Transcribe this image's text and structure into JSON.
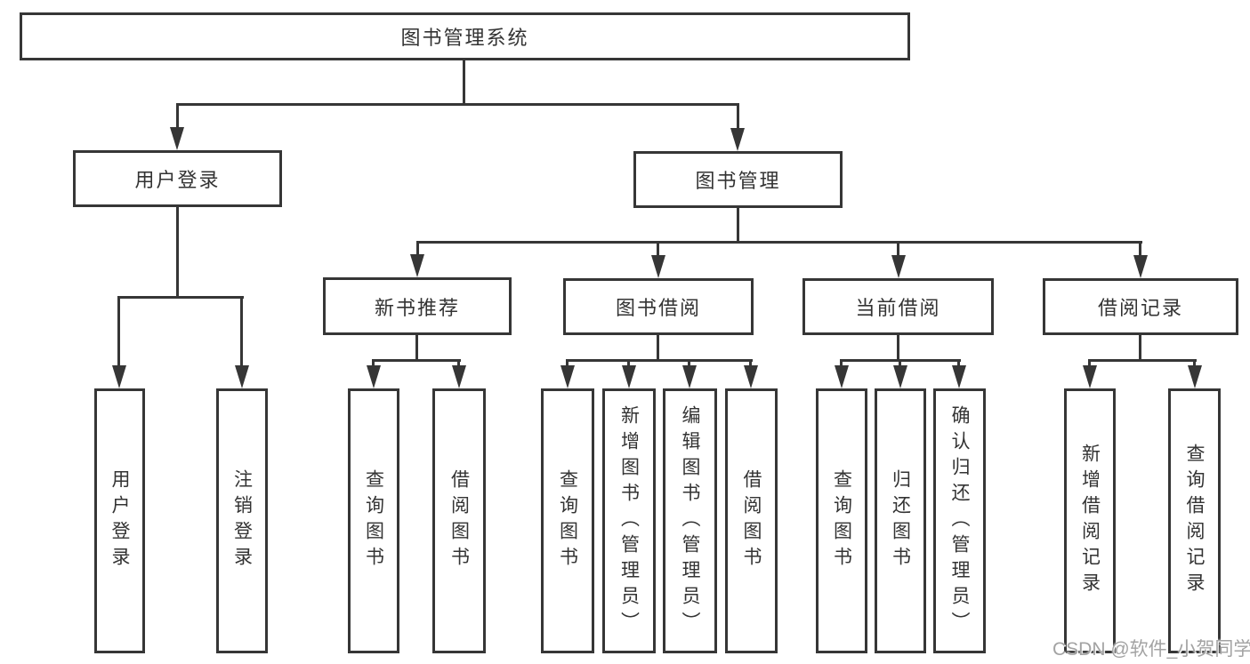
{
  "tree": {
    "label": "图书管理系统",
    "children": [
      {
        "label": "用户登录",
        "children": [
          {
            "label": "用户登录"
          },
          {
            "label": "注销登录"
          }
        ]
      },
      {
        "label": "图书管理",
        "children": [
          {
            "label": "新书推荐",
            "children": [
              {
                "label": "查询图书"
              },
              {
                "label": "借阅图书"
              }
            ]
          },
          {
            "label": "图书借阅",
            "children": [
              {
                "label": "查询图书"
              },
              {
                "label": "新增图书（管理员）"
              },
              {
                "label": "编辑图书（管理员）"
              },
              {
                "label": "借阅图书"
              }
            ]
          },
          {
            "label": "当前借阅",
            "children": [
              {
                "label": "查询图书"
              },
              {
                "label": "归还图书"
              },
              {
                "label": "确认归还（管理员）"
              }
            ]
          },
          {
            "label": "借阅记录",
            "children": [
              {
                "label": "新增借阅记录"
              },
              {
                "label": "查询借阅记录"
              }
            ]
          }
        ]
      }
    ]
  },
  "watermark": {
    "text": "CSDN @软件_小贺同学"
  },
  "colors": {
    "line": "#363636",
    "text": "#333333",
    "box_background": "#ffffff",
    "watermark_text": "#a3a3a3"
  }
}
